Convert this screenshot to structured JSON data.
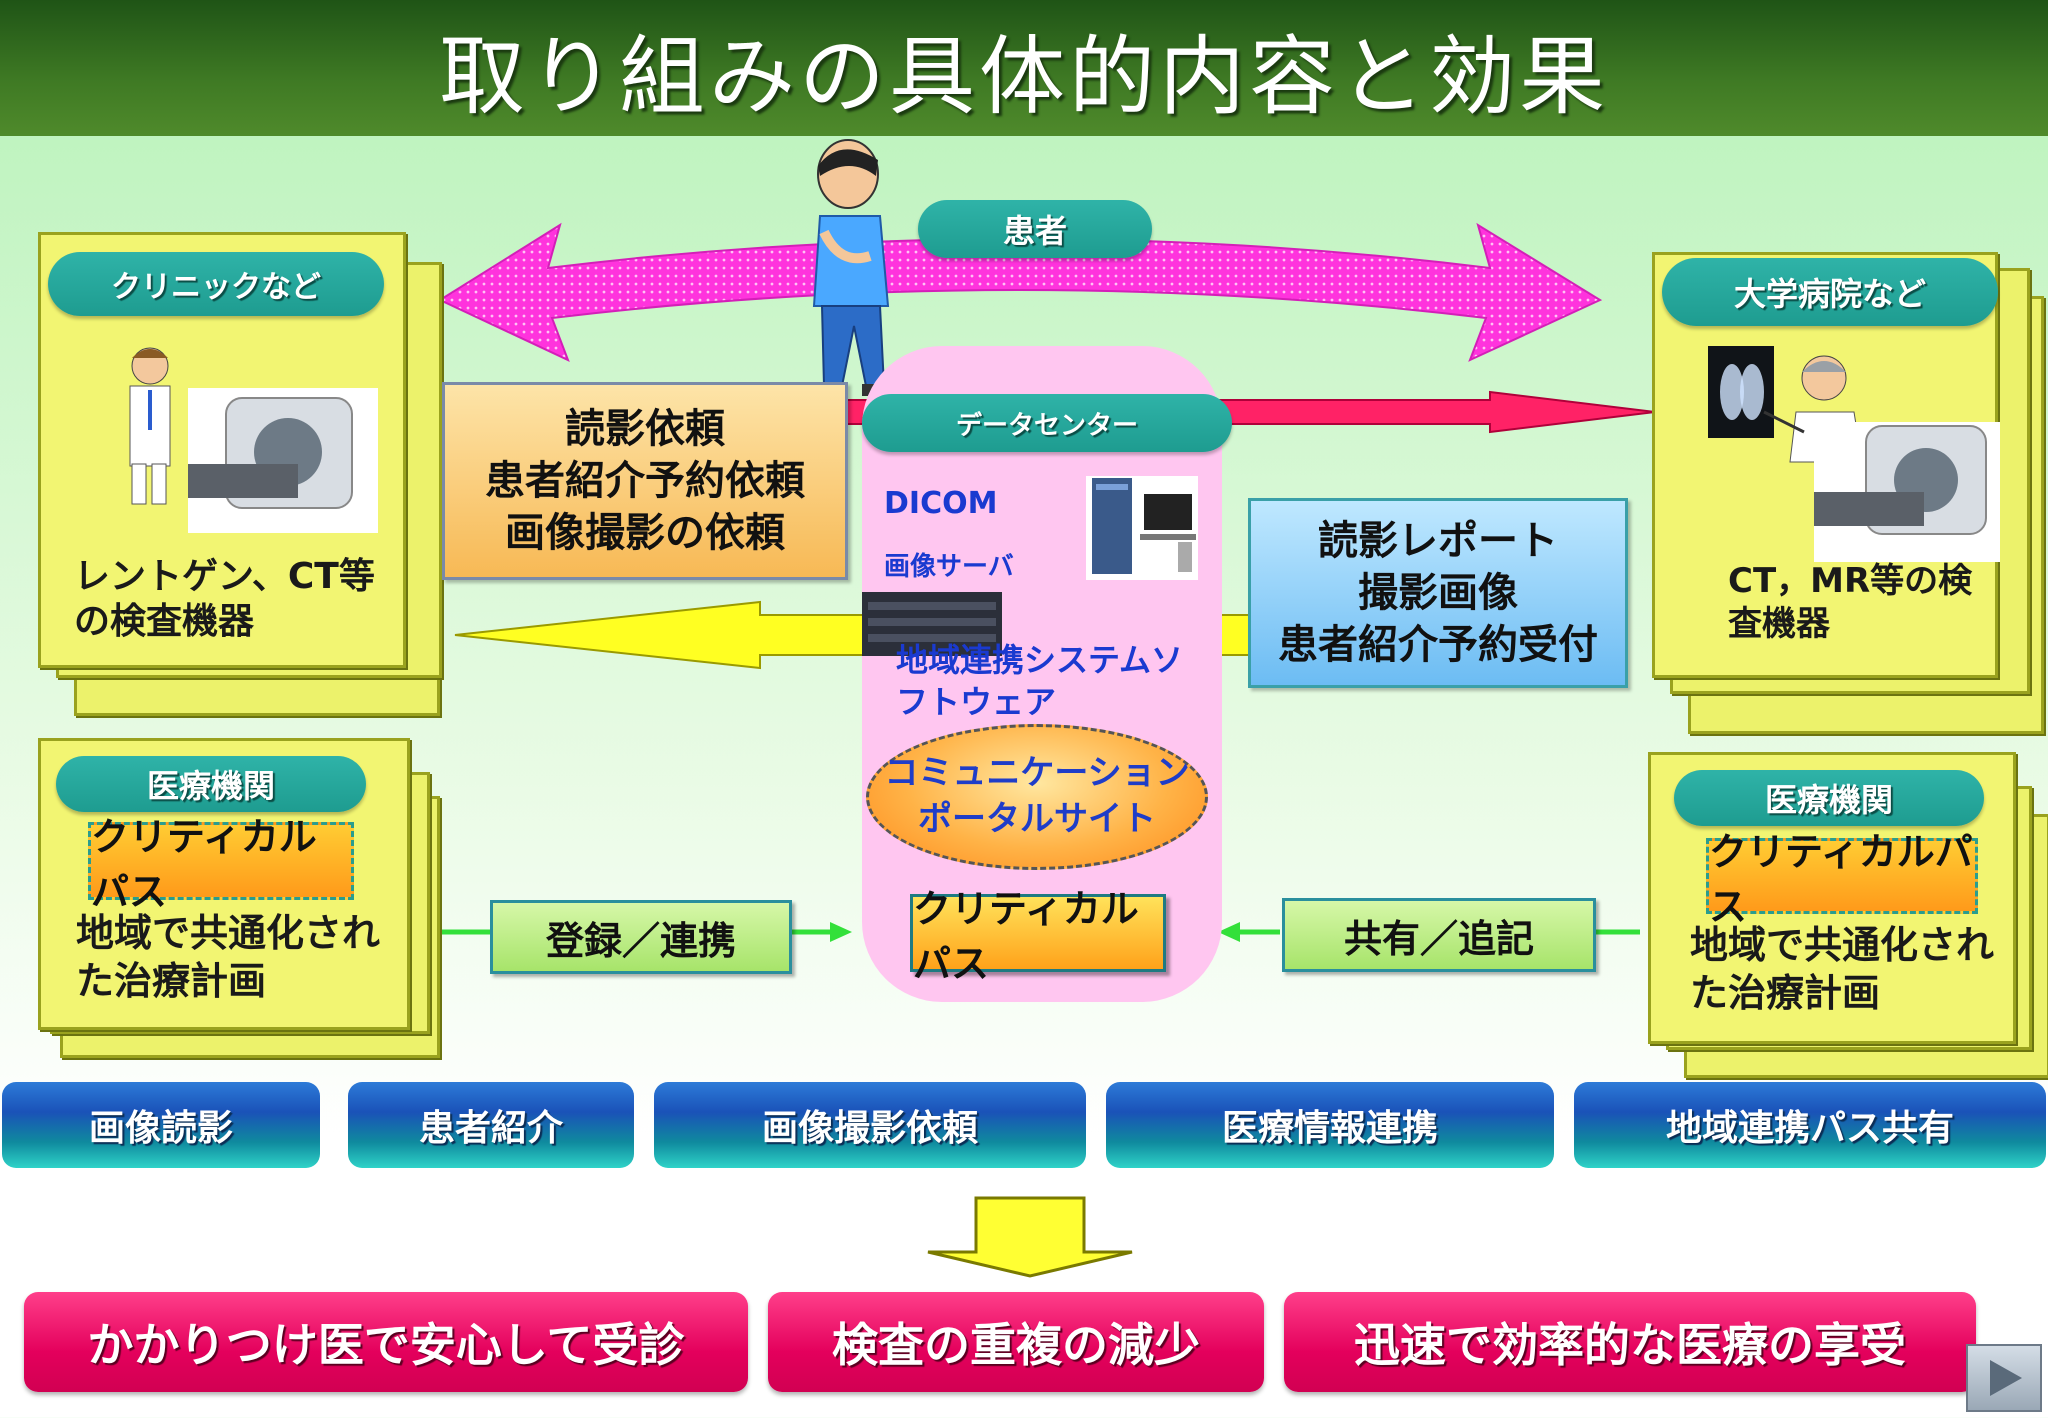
{
  "title": "取り組みの具体的内容と効果",
  "patient_label": "患者",
  "left_top": {
    "pill": "クリニックなど",
    "caption_line1": "レントゲン、CT等",
    "caption_line2": "の検査機器"
  },
  "right_top": {
    "pill": "大学病院など",
    "caption_line1": "CT，MR等の検",
    "caption_line2": "査機器"
  },
  "left_bottom": {
    "pill": "医療機関",
    "path_label": "クリティカルパス",
    "text_line1": "地域で共通化され",
    "text_line2": "た治療計画"
  },
  "right_bottom": {
    "pill": "医療機関",
    "path_label": "クリティカルパス",
    "text_line1": "地域で共通化され",
    "text_line2": "た治療計画"
  },
  "request_note": [
    "読影依頼",
    "患者紹介予約依頼",
    "画像撮影の依頼"
  ],
  "report_note": [
    "読影レポート",
    "撮影画像",
    "患者紹介予約受付"
  ],
  "datacenter": {
    "header": "データセンター",
    "dicom": "DICOM",
    "server": "画像サーバ",
    "software_line1": "地域連携システムソ",
    "software_line2": "フトウェア",
    "portal_line1": "コミュニケーション",
    "portal_line2": "ポータルサイト",
    "critical_path": "クリティカルパス"
  },
  "register_label": "登録／連携",
  "share_label": "共有／追記",
  "bottom_buttons": [
    "画像読影",
    "患者紹介",
    "画像撮影依頼",
    "医療情報連携",
    "地域連携パス共有"
  ],
  "results": [
    "かかりつけ医で安心して受診",
    "検査の重複の減少",
    "迅速で効率的な医療の享受"
  ],
  "colors": {
    "title_bg": "#3f7a24",
    "panel_yellow": "#f2f572",
    "teal_pill": "#1e9c90",
    "magenta_arrow": "#ff33dd",
    "result_pink": "#e4005c",
    "datacenter_bg": "#ffc6f0"
  }
}
